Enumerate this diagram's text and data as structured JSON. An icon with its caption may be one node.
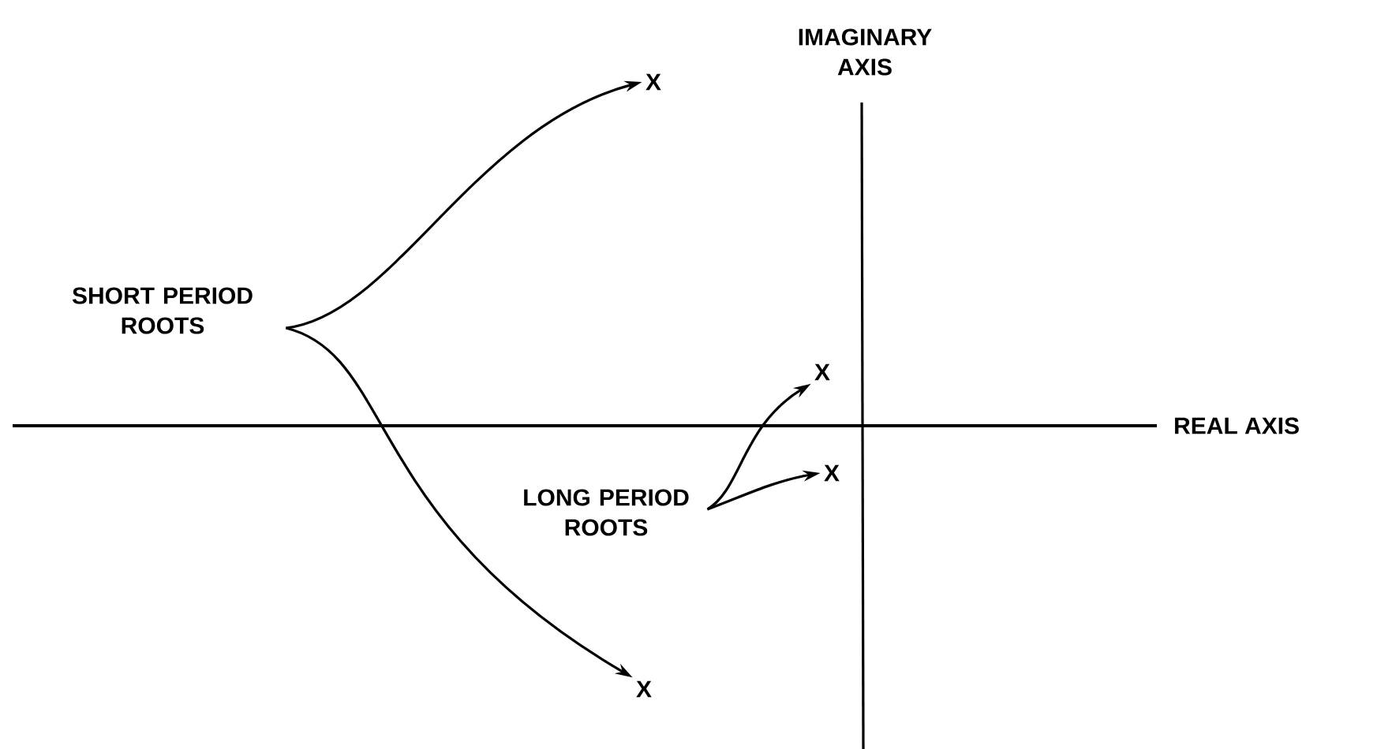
{
  "diagram": {
    "nodes": [
      {
        "text": [
          "SHORT PERIOD ROOTS"
        ]
      },
      {
        "text": [
          "LONG PERIOD ROOTS"
        ]
      },
      {
        "text": [
          "X"
        ]
      },
      {
        "text": [
          "X"
        ]
      },
      {
        "text": [
          "X"
        ]
      },
      {
        "text": [
          "X"
        ]
      }
    ],
    "edges": [
      {
        "from": 0,
        "to": 2,
        "arrow": "to"
      },
      {
        "from": 0,
        "to": 3,
        "arrow": "to"
      },
      {
        "from": 1,
        "to": 4,
        "arrow": "to"
      },
      {
        "from": 1,
        "to": 5,
        "arrow": "to"
      }
    ],
    "labels": [
      "IMAGINARY AXIS",
      "REAL AXIS"
    ]
  }
}
